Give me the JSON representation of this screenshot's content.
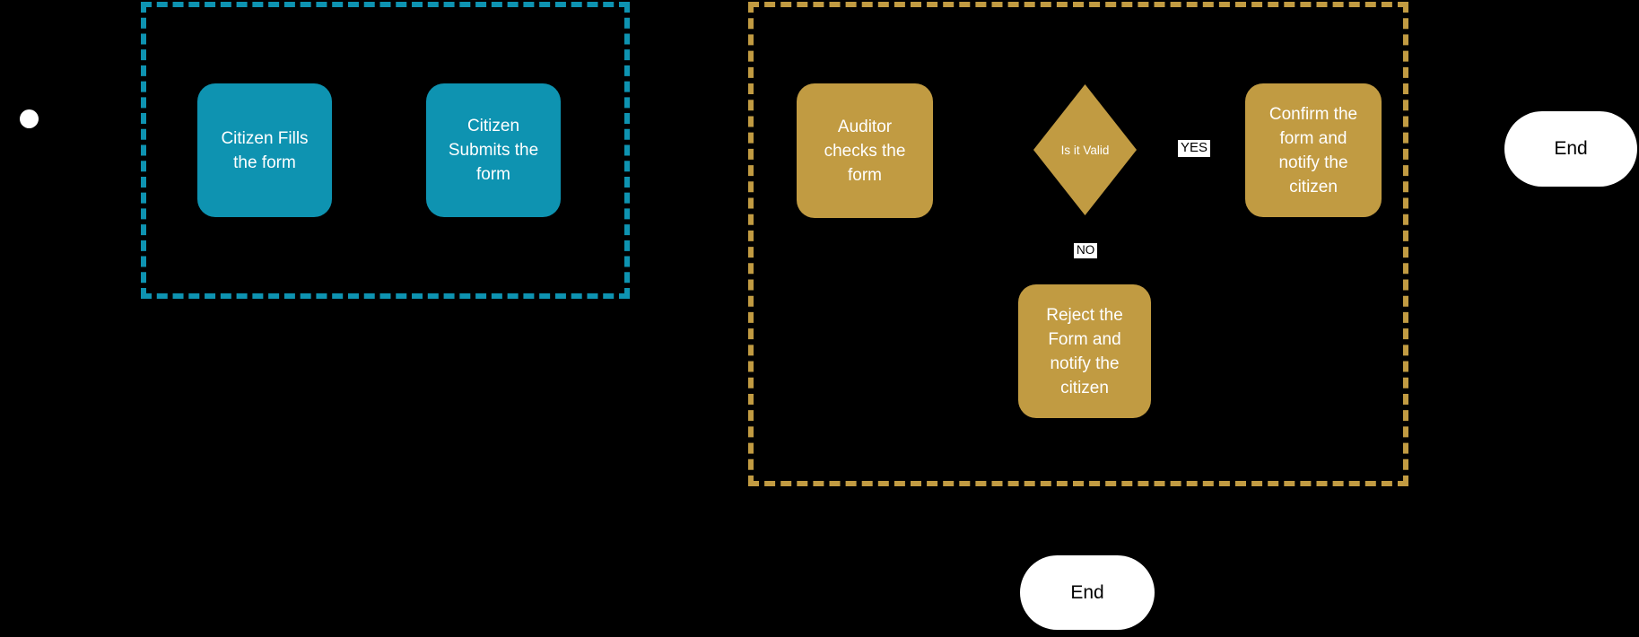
{
  "colors": {
    "background": "#000000",
    "citizen_teal": "#0E93B1",
    "auditor_gold": "#C19B42",
    "node_text": "#FFFFFF",
    "terminal_fill": "#FFFFFF",
    "terminal_text": "#000000",
    "edge_label_bg": "#FFFFFF",
    "edge_label_text": "#000000"
  },
  "flowchart": {
    "citizen_lane": {
      "fills_form_label": "Citizen Fills\nthe form",
      "submits_form_label": "Citizen\nSubmits the\nform"
    },
    "auditor_lane": {
      "checks_form_label": "Auditor\nchecks the\nform",
      "decision_label": "Is it Valid",
      "yes_label": "YES",
      "no_label": "NO",
      "confirm_label": "Confirm the\nform and\nnotify the\ncitizen",
      "reject_label": "Reject the\nForm and\nnotify the\ncitizen"
    },
    "end_right_label": "End",
    "end_bottom_label": "End"
  }
}
